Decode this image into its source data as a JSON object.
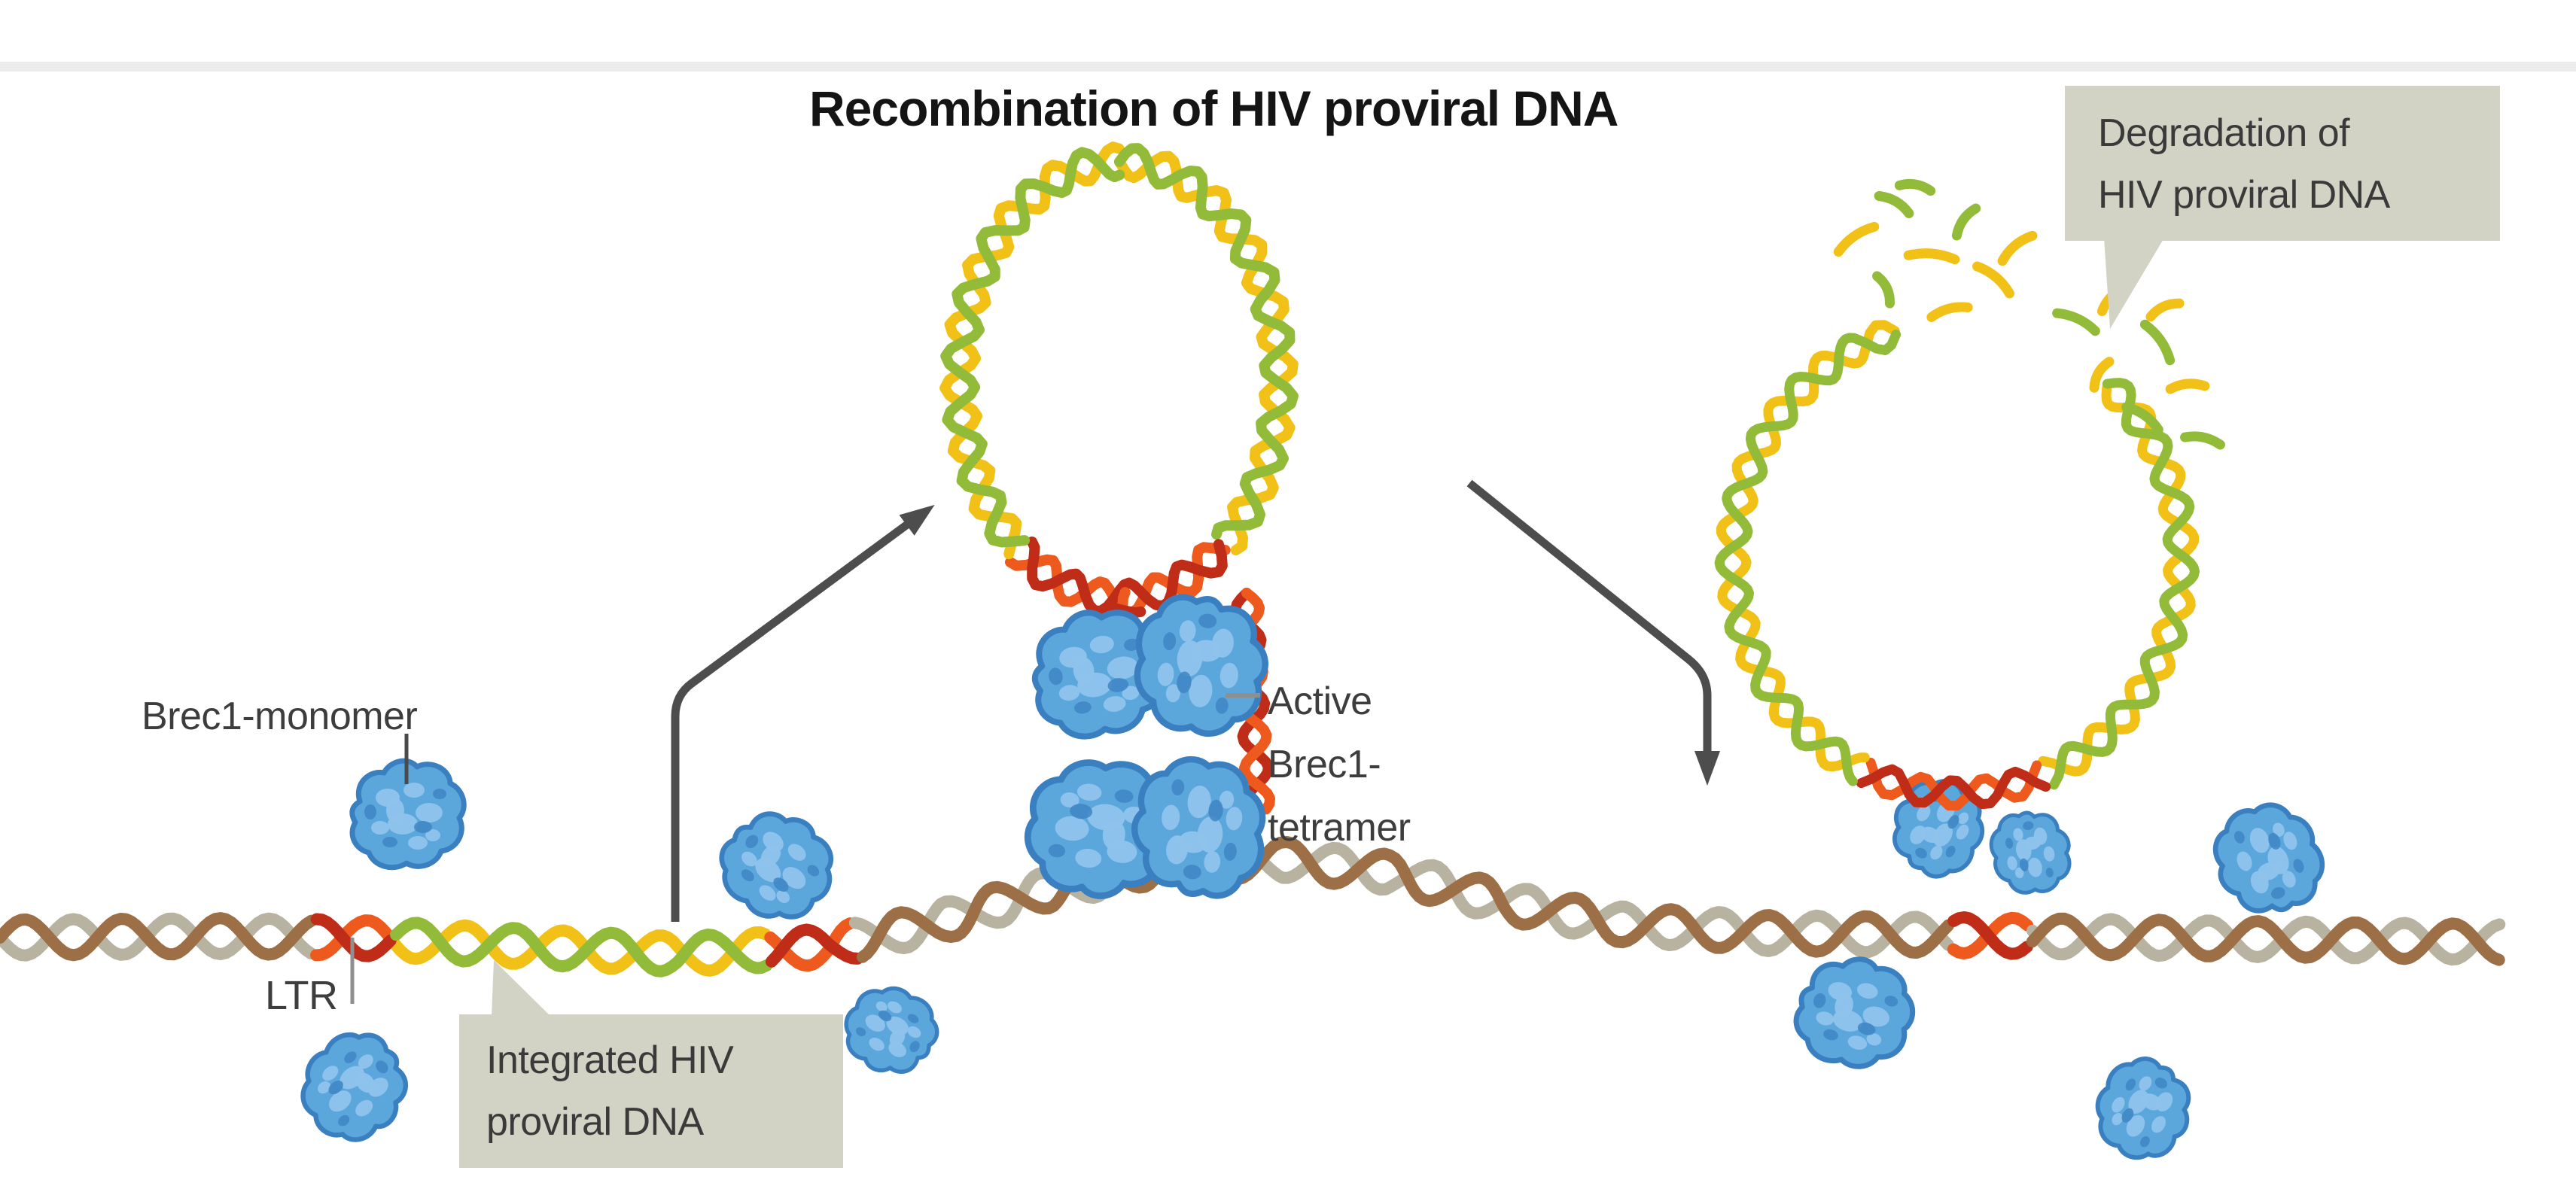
{
  "title": "Recombination of HIV proviral DNA",
  "labels": {
    "brec1_monomer": "Brec1-monomer",
    "ltr": "LTR",
    "active_tetramer": {
      "line1": "Active",
      "line2": "Brec1-",
      "line3": "tetramer"
    }
  },
  "callouts": {
    "integrated_hiv": {
      "line1": "Integrated HIV",
      "line2": "proviral DNA"
    },
    "degradation": {
      "line1": "Degradation of",
      "line2": "HIV proviral DNA"
    }
  },
  "palette": {
    "background": "#ffffff",
    "title_text": "#141414",
    "label_text": "#3d3d3d",
    "callout_bg": "#d2d3c5",
    "callout_text": "#3a3a3a",
    "arrow": "#4d4d4d",
    "leader_line": "#8f8f8f",
    "leader_line_dark": "#4a4a4a",
    "dna_host_strand_a": "#b8b3a0",
    "dna_host_strand_b": "#9c6f46",
    "dna_hiv_strand_a": "#f2c117",
    "dna_hiv_strand_b": "#93bb3a",
    "dna_ltr_strand_a": "#ee5a1e",
    "dna_ltr_strand_b": "#bf2c18",
    "protein_fill": "#5ba7dc",
    "protein_light": "#8fc3ec",
    "protein_dark": "#3f85c4",
    "protein_outline": "#3a7fc0"
  }
}
